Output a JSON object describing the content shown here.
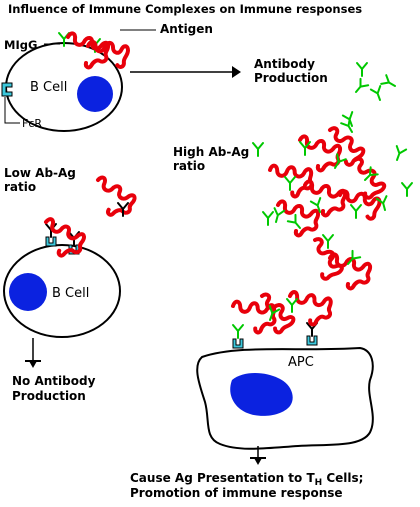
{
  "title": "Influence of Immune Complexes on Immune responses",
  "labels": {
    "migg": "MIgG",
    "antigen": "Antigen",
    "b_cell_top": "B Cell",
    "fcr": "FcR",
    "antibody_production_1": "Antibody",
    "antibody_production_2": "Production",
    "high_ratio_1": "High Ab-Ag",
    "high_ratio_2": "ratio",
    "low_ratio_1": "Low Ab-Ag",
    "low_ratio_2": "ratio",
    "b_cell_bottom": "B Cell",
    "no_antibody_1": "No Antibody",
    "no_antibody_2": "Production",
    "apc": "APC",
    "cause_1_pre": "Cause Ag Presentation to T",
    "cause_1_sub": "H",
    "cause_1_post": " Cells;",
    "cause_2": "Promotion of immune response"
  },
  "colors": {
    "antigen": "#e8000b",
    "antibody_free": "#00c800",
    "receptor": "#3cc8dc",
    "nucleus": "#0b22e0",
    "outline": "#000000",
    "cell_fill": "#ffffff"
  }
}
